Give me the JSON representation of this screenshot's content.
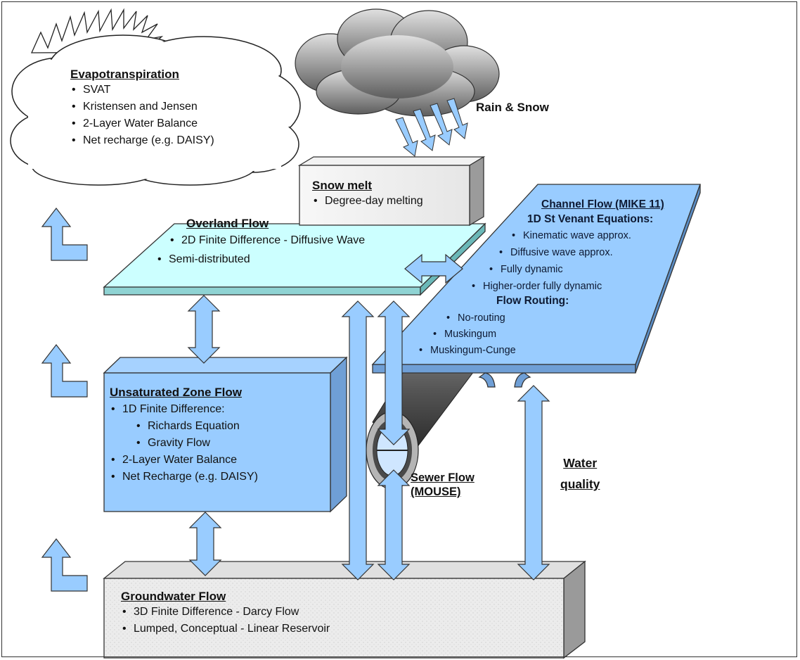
{
  "evapotranspiration": {
    "title": "Evapotranspiration",
    "items": [
      "SVAT",
      "Kristensen and Jensen",
      "2-Layer Water Balance",
      "Net recharge (e.g. DAISY)"
    ]
  },
  "rain_snow": {
    "label": "Rain & Snow"
  },
  "snow_melt": {
    "title": "Snow melt",
    "items": [
      "Degree-day melting"
    ]
  },
  "overland_flow": {
    "title": "Overland Flow",
    "items": [
      "2D Finite Difference - Diffusive Wave",
      "Semi-distributed"
    ]
  },
  "channel_flow": {
    "title": "Channel Flow (MIKE 11)",
    "st_venant_heading": "1D St Venant Equations:",
    "st_venant_items": [
      "Kinematic wave approx.",
      "Diffusive wave approx.",
      "Fully dynamic",
      "Higher-order fully dynamic"
    ],
    "routing_heading": "Flow Routing:",
    "routing_items": [
      "No-routing",
      "Muskingum",
      "Muskingum-Cunge"
    ]
  },
  "unsaturated_zone": {
    "title": "Unsaturated Zone Flow",
    "item1": "1D Finite Difference:",
    "subitems": [
      "Richards Equation",
      "Gravity Flow"
    ],
    "items_after": [
      "2-Layer Water Balance",
      "Net Recharge (e.g. DAISY)"
    ]
  },
  "sewer_flow": {
    "line1": "Sewer Flow",
    "line2": "(MOUSE)"
  },
  "water_quality": {
    "line1": "Water",
    "line2": "quality"
  },
  "groundwater": {
    "title": "Groundwater Flow",
    "items": [
      "3D Finite Difference - Darcy Flow",
      "Lumped, Conceptual - Linear Reservoir"
    ]
  },
  "colors": {
    "blue_box": "#99ccff",
    "blue_dark": "#7bafe6",
    "overland": "#ccffff",
    "arrow_fill": "#99ccff",
    "grey_box": "#eeeeee",
    "rain_cloud": "#999999"
  }
}
